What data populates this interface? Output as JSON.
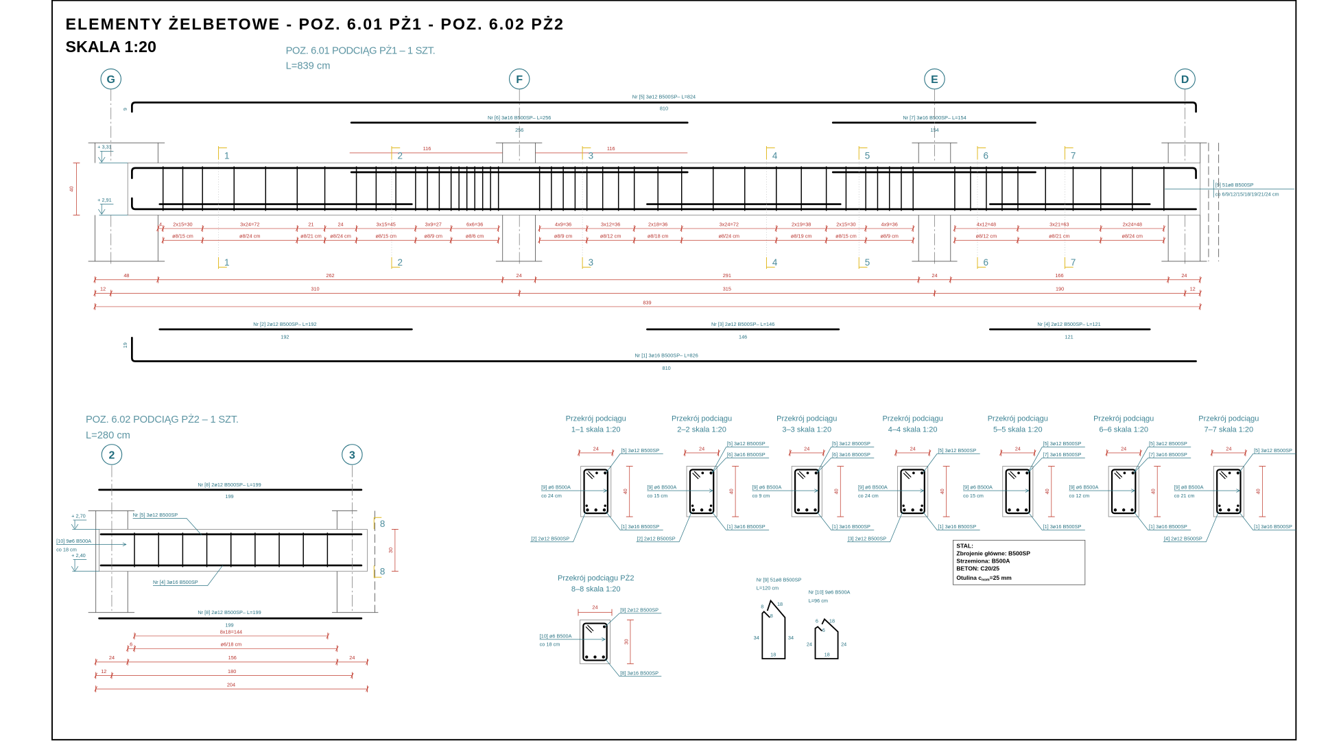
{
  "title": {
    "line1": "ELEMENTY ŻELBETOWE - POZ. 6.01 PŻ1 - POZ. 6.02 PŻ2",
    "line2": "SKALA 1:20"
  },
  "pz1": {
    "heading": "POZ. 6.01 PODCIĄG PŻ1 – 1 SZT.",
    "length": "L=839 cm",
    "axes": [
      "G",
      "F",
      "E",
      "D"
    ],
    "bars": {
      "b5": {
        "label": "Nr [5] 3ø12 B500SP– L=824",
        "len": "810",
        "bend": "9"
      },
      "b6": {
        "label": "Nr [6] 3ø16 B500SP– L=256",
        "len": "256"
      },
      "b7": {
        "label": "Nr [7] 3ø16 B500SP– L=154",
        "len": "154"
      },
      "b2": {
        "label": "Nr [2] 2ø12 B500SP– L=192",
        "len": "192"
      },
      "b3": {
        "label": "Nr [3] 2ø12 B500SP– L=146",
        "len": "146"
      },
      "b4": {
        "label": "Nr [4] 2ø12 B500SP– L=121",
        "len": "121"
      },
      "b1": {
        "label": "Nr [1] 3ø16 B500SP– L=826",
        "len": "810",
        "bend": "19"
      }
    },
    "stirrup_label": {
      "line1": "[9] 51ø8 B500SP",
      "line2": "co 6/9/12/15/18/19/21/24 cm"
    },
    "levels": [
      "+ 3,31",
      "+ 2,91"
    ],
    "height": "40",
    "dim116": [
      "116",
      "116"
    ],
    "sections": [
      "1",
      "2",
      "3",
      "4",
      "5",
      "6",
      "7"
    ],
    "spacing": {
      "left": [
        "4",
        "2x15=30",
        "3x24=72",
        "21",
        "24",
        "3x15=45",
        "3x9=27",
        "6x6=36"
      ],
      "mid": [
        "4x9=36",
        "3x12=36",
        "2x18=36",
        "3x24=72",
        "2x19=38",
        "2x15=30",
        "4x9=36"
      ],
      "right": [
        "4x12=48",
        "3x21=63",
        "2x24=48"
      ]
    },
    "stirrup_dia": {
      "left": [
        "ø8/15 cm",
        "ø8/24 cm",
        "ø8/21 cm",
        "ø8/24 cm",
        "ø8/15 cm",
        "ø8/9 cm",
        "ø8/6 cm"
      ],
      "mid": [
        "ø8/9 cm",
        "ø8/12 cm",
        "ø8/18 cm",
        "ø8/24 cm",
        "ø8/19 cm",
        "ø8/15 cm",
        "ø8/9 cm"
      ],
      "right": [
        "ø8/12 cm",
        "ø8/21 cm",
        "ø8/24 cm"
      ]
    },
    "dims": {
      "row1": [
        "48",
        "262",
        "24",
        "291",
        "24",
        "166",
        "24"
      ],
      "row2": [
        "12",
        "310",
        "315",
        "190",
        "12"
      ],
      "row3": [
        "839"
      ]
    }
  },
  "pz2": {
    "heading": "POZ. 6.02 PODCIĄG PŻ2 – 1 SZT.",
    "length": "L=280 cm",
    "axes": [
      "2",
      "3"
    ],
    "bar8_top": {
      "label": "Nr [8] 2ø12 B500SP– L=199",
      "len": "199"
    },
    "bar8_bottom": {
      "label": "Nr [8] 2ø12 B500SP– L=199",
      "len": "199"
    },
    "bar5": "Nr [5] 3ø12 B500SP",
    "bar4": "Nr [4] 3ø16 B500SP",
    "stirrup": {
      "line1": "[10] 9ø6 B500A",
      "line2": "co 18 cm"
    },
    "levels": [
      "+ 2,70",
      "+ 2,40"
    ],
    "section": "8",
    "height": "30",
    "dims": {
      "spacing": "8x18=144",
      "dia_offset": "6",
      "dia": "ø6/18 cm",
      "row1": [
        "24",
        "156",
        "24"
      ],
      "row2": [
        "12",
        "180"
      ],
      "row3": [
        "204"
      ]
    }
  },
  "cross_sections": [
    {
      "title": "Przekrój podciągu",
      "subtitle": "1–1 skala 1:20",
      "width": "24",
      "height": "40",
      "top": [
        "[5] 3ø12 B500SP"
      ],
      "stirrup": [
        "[9] ø6 B500A",
        "co 24 cm"
      ],
      "bottom": "[1] 3ø16 B500SP",
      "bottom_left": "[2] 2ø12 B500SP"
    },
    {
      "title": "Przekrój podciągu",
      "subtitle": "2–2 skala 1:20",
      "width": "24",
      "height": "40",
      "top": [
        "[5] 3ø12 B500SP",
        "[6] 3ø16 B500SP"
      ],
      "stirrup": [
        "[9] ø6 B500A",
        "co 15 cm"
      ],
      "bottom": "[1] 3ø16 B500SP",
      "bottom_left": "[2] 2ø12 B500SP"
    },
    {
      "title": "Przekrój podciągu",
      "subtitle": "3–3 skala 1:20",
      "width": "24",
      "height": "40",
      "top": [
        "[5] 3ø12 B500SP",
        "[6] 3ø16 B500SP"
      ],
      "stirrup": [
        "[9] ø6 B500A",
        "co 9 cm"
      ],
      "bottom": "[1] 3ø16 B500SP",
      "bottom_left": null
    },
    {
      "title": "Przekrój podciągu",
      "subtitle": "4–4 skala 1:20",
      "width": "24",
      "height": "40",
      "top": [
        "[5] 3ø12 B500SP"
      ],
      "stirrup": [
        "[9] ø6 B500A",
        "co 24 cm"
      ],
      "bottom": "[1] 3ø16 B500SP",
      "bottom_left": "[3] 2ø12 B500SP"
    },
    {
      "title": "Przekrój podciągu",
      "subtitle": "5–5 skala 1:20",
      "width": "24",
      "height": "40",
      "top": [
        "[5] 3ø12 B500SP",
        "[7] 3ø16 B500SP"
      ],
      "stirrup": [
        "[9] ø6 B500A",
        "co 15 cm"
      ],
      "bottom": "[1] 3ø16 B500SP",
      "bottom_left": null
    },
    {
      "title": "Przekrój podciągu",
      "subtitle": "6–6 skala 1:20",
      "width": "24",
      "height": "40",
      "top": [
        "[5] 3ø12 B500SP",
        "[7] 3ø16 B500SP"
      ],
      "stirrup": [
        "[9] ø6 B500A",
        "co 12 cm"
      ],
      "bottom": "[1] 3ø16 B500SP",
      "bottom_left": null
    },
    {
      "title": "Przekrój podciągu",
      "subtitle": "7–7 skala 1:20",
      "width": "24",
      "height": "40",
      "top": [
        "[5] 3ø12 B500SP"
      ],
      "stirrup": [
        "[9] ø8 B500A",
        "co 21 cm"
      ],
      "bottom": "[1] 3ø16 B500SP",
      "bottom_left": "[4] 2ø12 B500SP"
    }
  ],
  "section_88": {
    "title": "Przekrój podciągu PŻ2",
    "subtitle": "8–8 skala 1:20",
    "width": "24",
    "height": "30",
    "top": "[9] 2ø12 B500SP",
    "bottom": "[8] 3ø16 B500SP",
    "stirrup": [
      "[10] ø6 B500A",
      "co 18 cm"
    ]
  },
  "shapes": [
    {
      "title": "Nr [9] 51ø8 B500SP",
      "length": "L=120 cm",
      "dims": [
        "8",
        "18",
        "8",
        "34",
        "34",
        "18"
      ]
    },
    {
      "title": "Nr [10] 9ø6 B500A",
      "length": "L=96 cm",
      "dims": [
        "6",
        "18",
        "6",
        "24",
        "24",
        "18"
      ]
    }
  ],
  "legend": {
    "heading": "STAL:",
    "main": "Zbrojenie główne: B500SP",
    "stirrups": "Strzemiona: B500A",
    "concrete": "BETON: C20/25",
    "cover_prefix": "Otulina c",
    "cover_sub": "nom",
    "cover_value": "=25 mm"
  },
  "colors": {
    "teal": "#2b7484",
    "dimension": "#c0392b",
    "section_flag": "#e0b81c"
  }
}
